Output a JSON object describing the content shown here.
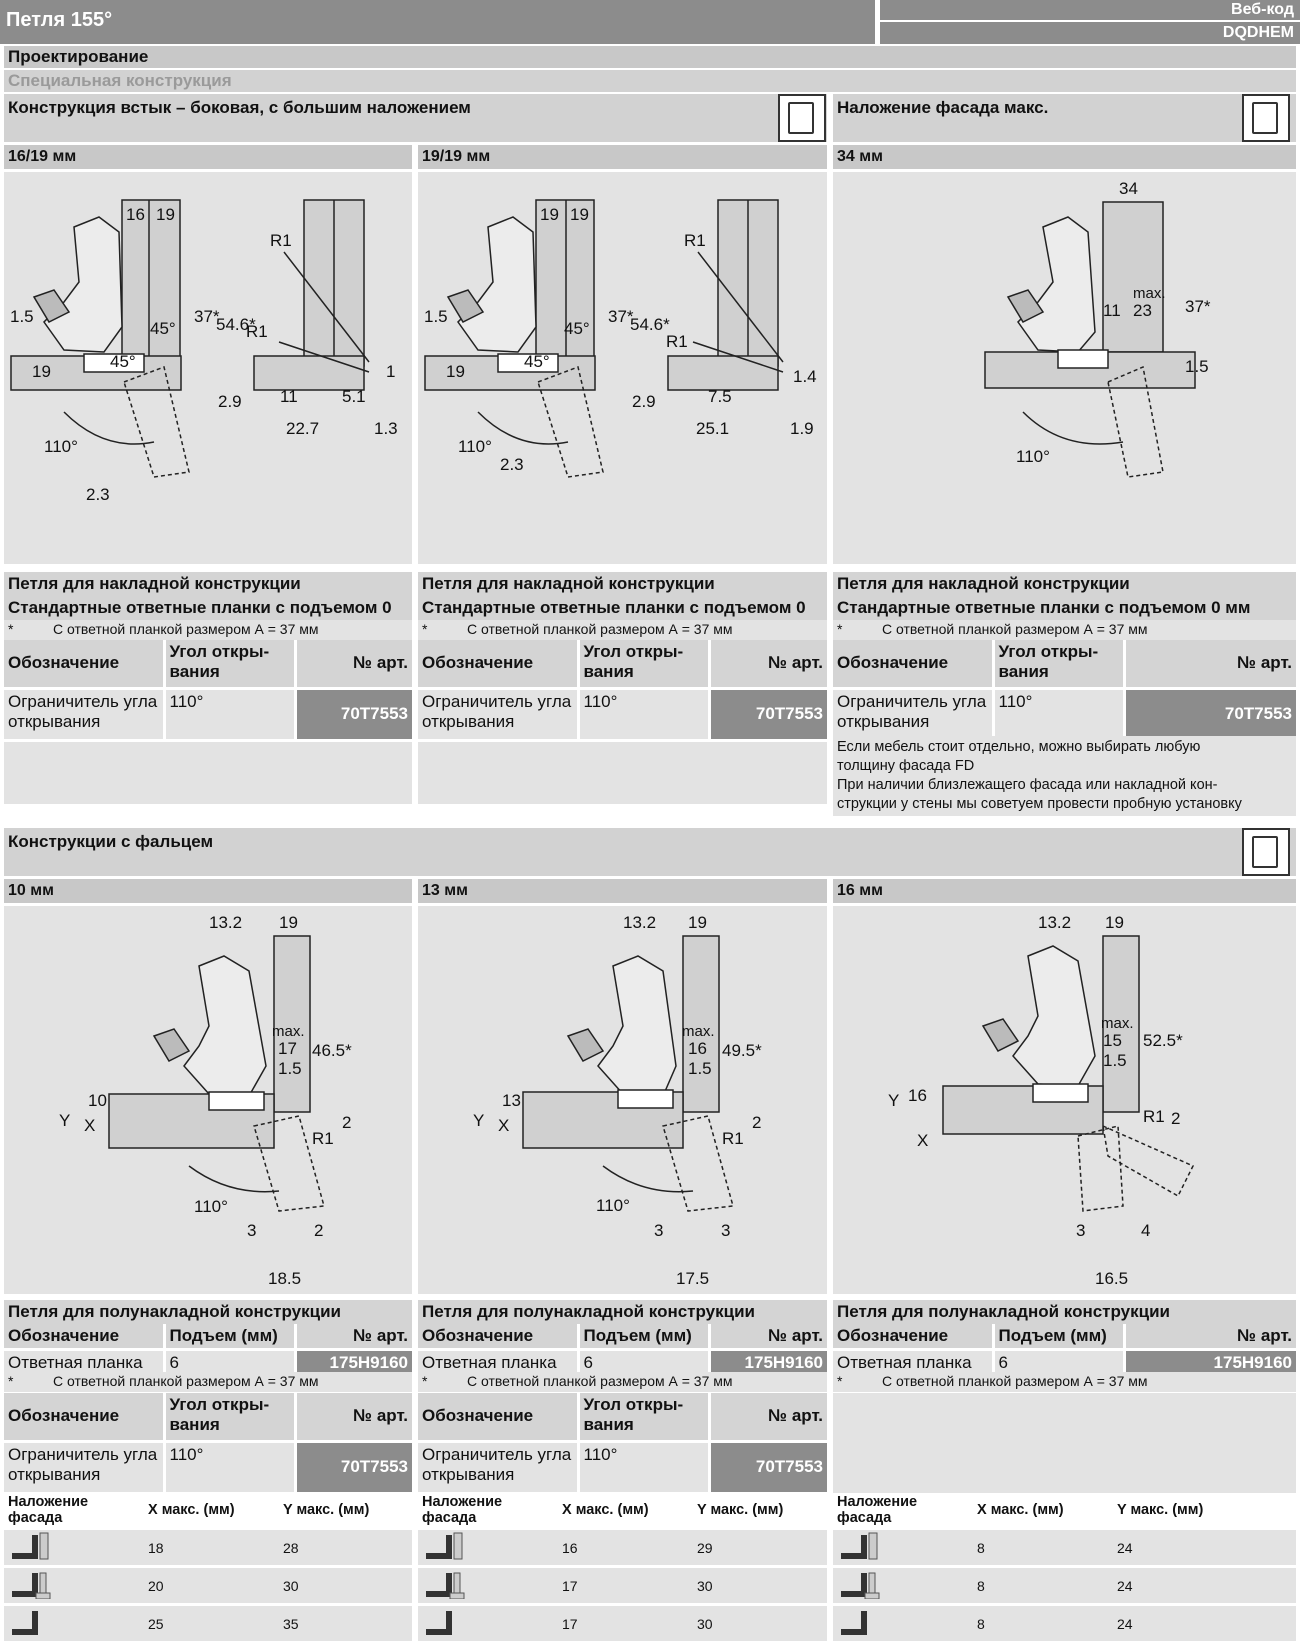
{
  "header": {
    "title": "Петля 155°",
    "web_label": "Веб-код",
    "web_code": "DQDHEM"
  },
  "section_design": "Проектирование",
  "section_special": "Специальная конструкция",
  "row1": {
    "title_left": "Конструкция встык – боковая, с большим наложением",
    "title_right": "Наложение фасада макс.",
    "col_a": "16/19 мм",
    "col_b": "19/19 мм",
    "col_c": "34 мм",
    "dims_a": [
      "16",
      "19",
      "R1",
      "1.5",
      "37*",
      "54.6*",
      "45°",
      "R1",
      "45°",
      "19",
      "2.9",
      "11",
      "5.1",
      "1",
      "22.7",
      "1.3",
      "110°",
      "2.3"
    ],
    "dims_b": [
      "19",
      "19",
      "R1",
      "1.5",
      "37*",
      "54.6*",
      "45°",
      "R1",
      "45°",
      "19",
      "2.9",
      "7.5",
      "1.4",
      "25.1",
      "1.9",
      "110°",
      "2.3"
    ],
    "dims_c": [
      "34",
      "max.",
      "23",
      "11",
      "37*",
      "1.5",
      "110°"
    ]
  },
  "hinge_overlay": "Петля для накладной конструкции",
  "std_plates": "Стандартные ответные планки с подъемом 0 мм",
  "plate_note": {
    "star": "*",
    "text": "С ответной планкой размером А = 37 мм"
  },
  "table_headers": {
    "designation": "Обозначение",
    "angle": "Угол откры-вания",
    "art": "№ арт.",
    "lift": "Подъем (мм)"
  },
  "limiter": {
    "name": "Ограничитель угла открывания",
    "angle": "110°",
    "art": "70T7553"
  },
  "info_c": [
    "Если мебель стоит отдельно, можно выбирать любую",
    "толщину фасада FD",
    "При наличии близлежащего фасада или накладной кон-",
    "струкции у стены мы советуем провести пробную установку"
  ],
  "row2": {
    "title": "Конструкции с фальцем",
    "col_a": "10 мм",
    "col_b": "13 мм",
    "col_c": "16 мм",
    "dims_a": [
      "13.2",
      "19",
      "max.",
      "17",
      "1.5",
      "46.5*",
      "Y",
      "X",
      "10",
      "2",
      "R1",
      "110°",
      "3",
      "2",
      "18.5"
    ],
    "dims_b": [
      "13.2",
      "19",
      "max.",
      "16",
      "1.5",
      "49.5*",
      "Y",
      "X",
      "13",
      "2",
      "R1",
      "110°",
      "3",
      "3",
      "17.5"
    ],
    "dims_c": [
      "13.2",
      "19",
      "max.",
      "15",
      "1.5",
      "52.5*",
      "Y",
      "X",
      "16",
      "2",
      "R1",
      "3",
      "4",
      "16.5"
    ]
  },
  "half_overlay": "Петля для полунакладной конструкции",
  "plate": {
    "name": "Ответная планка",
    "lift": "6",
    "art": "175H9160"
  },
  "overlay_table": {
    "headers": [
      "Наложение фасада",
      "X макс. (мм)",
      "Y макс. (мм)"
    ],
    "a": [
      [
        "18",
        "28"
      ],
      [
        "20",
        "30"
      ],
      [
        "25",
        "35"
      ]
    ],
    "b": [
      [
        "16",
        "29"
      ],
      [
        "17",
        "30"
      ],
      [
        "17",
        "30"
      ]
    ],
    "c": [
      [
        "8",
        "24"
      ],
      [
        "8",
        "24"
      ],
      [
        "8",
        "24"
      ]
    ]
  }
}
